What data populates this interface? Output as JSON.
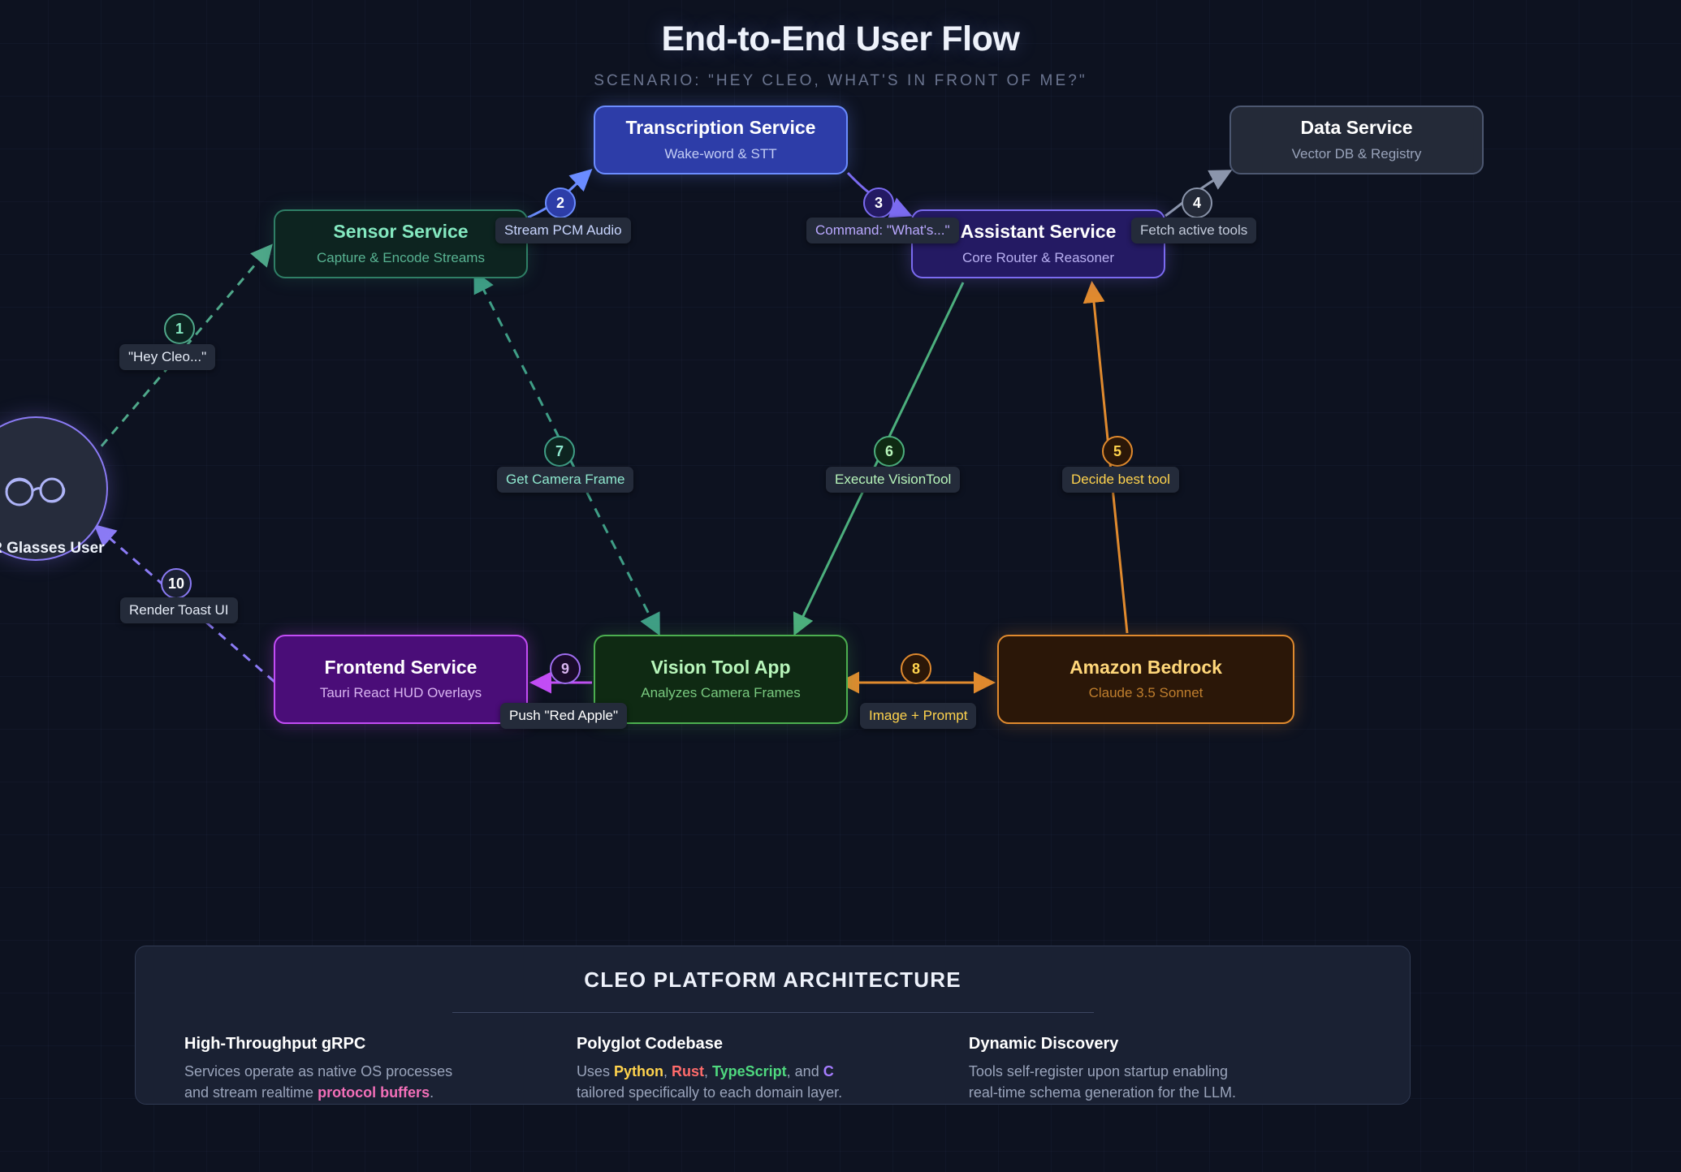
{
  "header": {
    "title": "End-to-End User Flow",
    "subtitle": "SCENARIO: \"HEY CLEO, WHAT'S IN FRONT OF ME?\""
  },
  "actor": {
    "label": "AR Glasses User",
    "icon": "eyeglasses-icon"
  },
  "nodes": [
    {
      "id": "transcription",
      "title": "Transcription Service",
      "subtitle": "Wake-word & STT",
      "color": "#6b8cff"
    },
    {
      "id": "data",
      "title": "Data Service",
      "subtitle": "Vector DB & Registry",
      "color": "#4c5770"
    },
    {
      "id": "sensor",
      "title": "Sensor Service",
      "subtitle": "Capture & Encode Streams",
      "color": "#2f7f66"
    },
    {
      "id": "assistant",
      "title": "Assistant Service",
      "subtitle": "Core Router & Reasoner",
      "color": "#7b6bf0"
    },
    {
      "id": "frontend",
      "title": "Frontend Service",
      "subtitle": "Tauri React HUD Overlays",
      "color": "#c24df5"
    },
    {
      "id": "vision",
      "title": "Vision Tool App",
      "subtitle": "Analyzes Camera Frames",
      "color": "#4caf50"
    },
    {
      "id": "bedrock",
      "title": "Amazon Bedrock",
      "subtitle": "Claude 3.5 Sonnet",
      "color": "#e08a2e"
    }
  ],
  "steps": [
    {
      "num": "1",
      "label": "\"Hey Cleo...\"",
      "from": "user",
      "to": "sensor",
      "color": "#4fa88a",
      "text_color": "#e6ecf7",
      "style": "dashed"
    },
    {
      "num": "2",
      "label": "Stream PCM Audio",
      "from": "sensor",
      "to": "transcription",
      "color": "#6b8cff",
      "text_color": "#c9d6ff",
      "style": "solid"
    },
    {
      "num": "3",
      "label": "Command: \"What's...\"",
      "from": "transcription",
      "to": "assistant",
      "color": "#7b6bf0",
      "text_color": "#b9a8ff",
      "style": "solid"
    },
    {
      "num": "4",
      "label": "Fetch active tools",
      "from": "assistant",
      "to": "data",
      "color": "#8b95ab",
      "text_color": "#c3cbdb",
      "style": "solid"
    },
    {
      "num": "5",
      "label": "Decide best tool",
      "from": "bedrock",
      "to": "assistant",
      "color": "#e08a2e",
      "text_color": "#ffd34d",
      "style": "solid"
    },
    {
      "num": "6",
      "label": "Execute VisionTool",
      "from": "assistant",
      "to": "vision",
      "color": "#4caf7d",
      "text_color": "#b7f5ba",
      "style": "solid"
    },
    {
      "num": "7",
      "label": "Get Camera Frame",
      "from": "sensor",
      "to": "vision",
      "color": "#3f9e86",
      "text_color": "#8fe8cf",
      "style": "dashed"
    },
    {
      "num": "8",
      "label": "Image + Prompt",
      "from": "vision",
      "to": "bedrock",
      "color": "#e08a2e",
      "text_color": "#ffd34d",
      "style": "solid"
    },
    {
      "num": "9",
      "label": "Push \"Red Apple\"",
      "from": "vision",
      "to": "frontend",
      "color": "#c24df5",
      "text_color": "#ffffff",
      "style": "solid"
    },
    {
      "num": "10",
      "label": "Render Toast UI",
      "from": "frontend",
      "to": "user",
      "color": "#8b7bf5",
      "text_color": "#e6ecf7",
      "style": "dashed"
    }
  ],
  "footer": {
    "title": "CLEO PLATFORM ARCHITECTURE",
    "columns": [
      {
        "heading": "High-Throughput gRPC",
        "line1_pre": "Services operate as native OS processes",
        "line2_pre": "and stream realtime ",
        "hl1": "protocol buffers",
        "line2_post": "."
      },
      {
        "heading": "Polyglot Codebase",
        "line1_pre": "Uses ",
        "py": "Python",
        "sep1": ", ",
        "rs": "Rust",
        "sep2": ", ",
        "ts": "TypeScript",
        "sep3": ", and ",
        "c": "C",
        "line2_pre": "tailored specifically to each domain layer."
      },
      {
        "heading": "Dynamic Discovery",
        "line1_pre": "Tools self-register upon startup enabling",
        "line2_pre": "real-time schema generation for the LLM."
      }
    ]
  }
}
